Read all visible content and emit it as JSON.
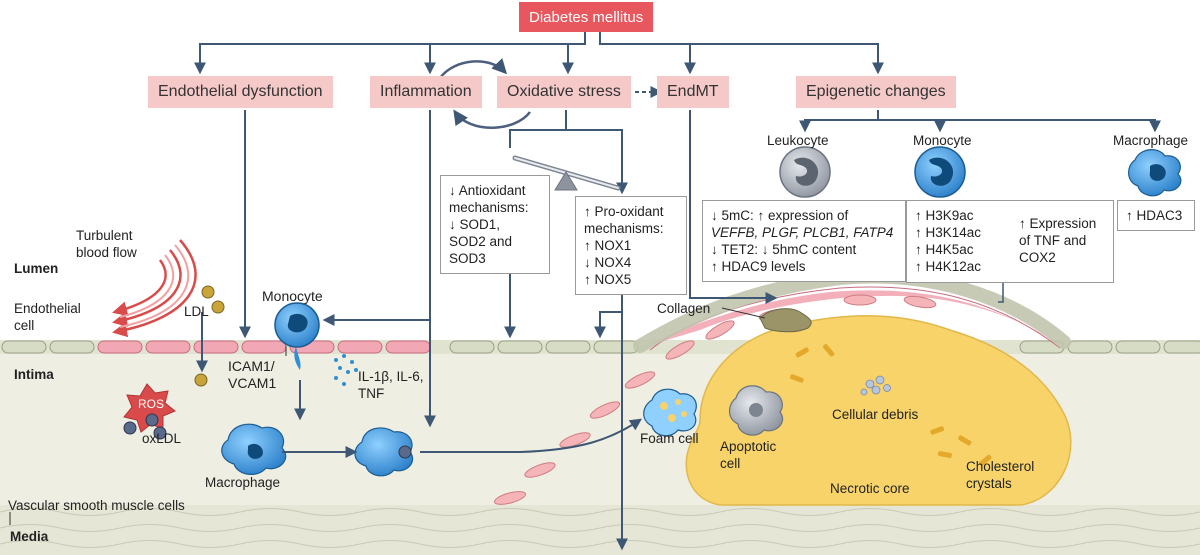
{
  "title": "Diabetes mellitus",
  "pathways": {
    "endothelial_dysfunction": "Endothelial dysfunction",
    "inflammation": "Inflammation",
    "oxidative_stress": "Oxidative stress",
    "endmt": "EndMT",
    "epigenetic_changes": "Epigenetic changes"
  },
  "antioxidant_box": [
    "↓ Antioxidant",
    "mechanisms:",
    "↓ SOD1,",
    "SOD2 and",
    "SOD3"
  ],
  "prooxidant_box": [
    "↑ Pro-oxidant",
    "mechanisms:",
    "↑ NOX1",
    "↓ NOX4",
    "↑ NOX5"
  ],
  "cells": {
    "leukocyte": "Leukocyte",
    "monocyte": "Monocyte",
    "macrophage": "Macrophage"
  },
  "leukocyte_box": {
    "line1": "↓ 5mC: ↑ expression of",
    "line2": "VEFFB, PLGF, PLCB1, FATP4",
    "line3": "↓ TET2: ↓ 5hmC content",
    "line4": "↑ HDAC9 levels"
  },
  "monocyte_box": {
    "marks": [
      "↑ H3K9ac",
      "↑ H3K14ac",
      "↑ H4K5ac",
      "↑ H4K12ac"
    ],
    "effect": [
      "↑ Expression",
      "of TNF and",
      "COX2"
    ]
  },
  "macrophage_box": "↑ HDAC3",
  "vessel": {
    "lumen": "Lumen",
    "intima": "Intima",
    "media": "Media",
    "turbulent": [
      "Turbulent",
      "blood flow"
    ],
    "endothelial_cell": [
      "Endothelial",
      "cell"
    ],
    "ldl": "LDL",
    "monocyte": "Monocyte",
    "icam": [
      "ICAM1/",
      "VCAM1"
    ],
    "cytokines": [
      "IL-1β, IL-6,",
      "TNF"
    ],
    "ros": "ROS",
    "oxldl": "oxLDL",
    "macrophage": "Macrophage",
    "foam_cell": "Foam cell",
    "apoptotic_cell": [
      "Apoptotic",
      "cell"
    ],
    "cellular_debris": "Cellular debris",
    "cholesterol": [
      "Cholesterol",
      "crystals"
    ],
    "necrotic_core": "Necrotic core",
    "collagen": "Collagen",
    "vsmc": "Vascular smooth muscle cells"
  },
  "colors": {
    "top_box": "#e8575d",
    "pathway_box": "#f6c9c9",
    "arrow": "#3d5774",
    "cell_blue": "#2f8fd6",
    "necrotic": "#f7d36a",
    "intima": "#eeeee2"
  }
}
